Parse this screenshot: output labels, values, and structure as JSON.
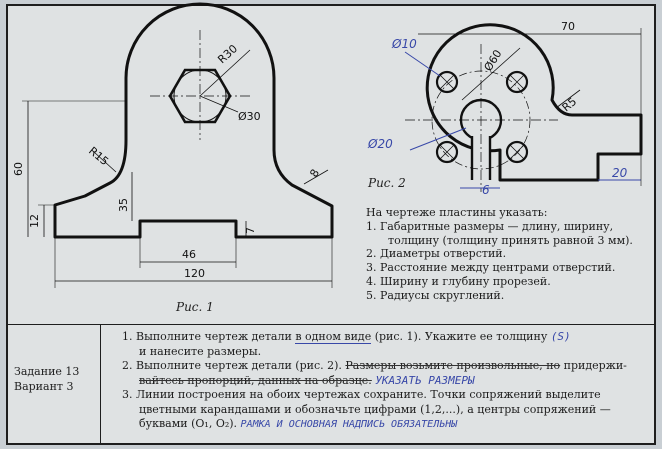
{
  "fig1": {
    "caption": "Рис. 1",
    "dims": {
      "r30": "R30",
      "d30": "Ø30",
      "r15": "R15",
      "h60": "60",
      "h12": "12",
      "h35": "35",
      "h7": "7",
      "w46": "46",
      "w120": "120",
      "t8": "8"
    }
  },
  "fig2": {
    "caption": "Рис. 2",
    "dims": {
      "w70": "70",
      "d60": "Ø60",
      "r5": "R5",
      "d10": "Ø10",
      "d20": "Ø20",
      "w6": "6",
      "w20": "20"
    }
  },
  "instructions": {
    "heading": "На чертеже пластины указать:",
    "item1": "1. Габаритные размеры — длину, ширину,",
    "item1b": "толщину (толщину принять равной 3 мм).",
    "item2": "2. Диаметры отверстий.",
    "item3": "3. Расстояние между центрами отверстий.",
    "item4": "4. Ширину и глубину прорезей.",
    "item5": "5. Радиусы скруглений."
  },
  "task_info": {
    "zadanie": "Задание 13",
    "variant": "Вариант 3"
  },
  "tasks": {
    "t1a": "1. Выполните чертеж детали ",
    "t1u": "в одном виде",
    "t1b": " (рис. 1). Укажите ее толщину ",
    "t1note": "(S)",
    "t1c": "и нанесите размеры.",
    "t2a": "2. Выполните чертеж детали (рис. 2). ",
    "t2s": "Размеры возьмите произвольные, но",
    "t2b": " придержи-",
    "t2s2": "вайтесь пропорций, данных на образце.",
    "t2note": "УКАЗАТЬ РАЗМЕРЫ",
    "t3a": "3. Линии построения на обоих чертежах сохраните. Точки сопряжений выделите",
    "t3b": "цветными карандашами и обозначьте цифрами (1,2,...), а центры сопряжений —",
    "t3c": "буквами (O₁, O₂).",
    "t3note": "РАМКА И ОСНОВНАЯ НАДПИСЬ ОБЯЗАТЕЛЬНЫ"
  }
}
